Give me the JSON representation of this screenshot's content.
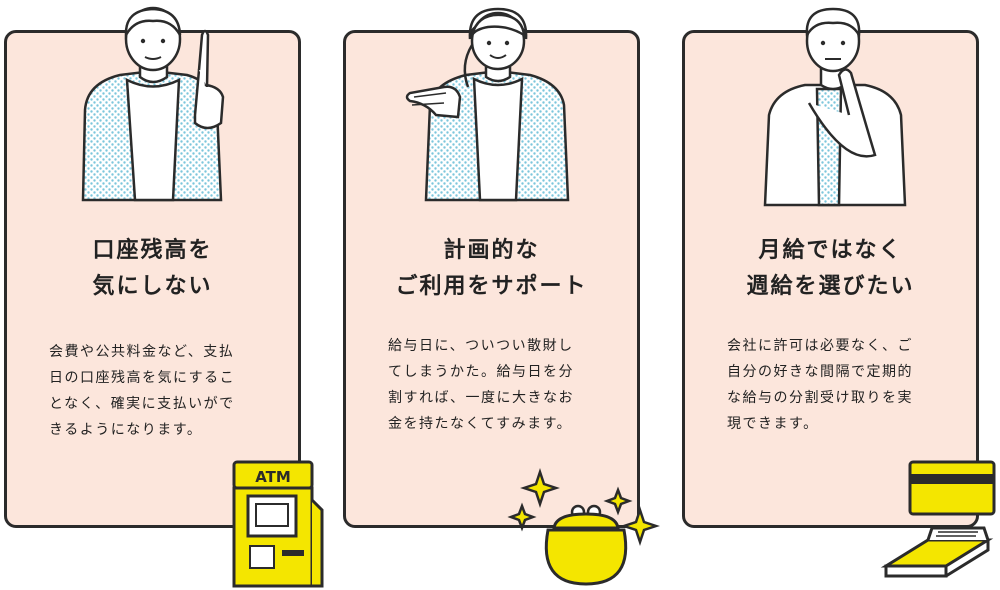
{
  "colors": {
    "card_bg": "#fce6dc",
    "outline": "#2b2b2b",
    "accent_yellow": "#f4e600",
    "pattern_blue": "#7cc6dc"
  },
  "cards": [
    {
      "title_lines": [
        "口座残高を",
        "気にしない"
      ],
      "body_lines": [
        "会費や公共料金など、支払",
        "日の口座残高を気にするこ",
        "となく、確実に支払いがで",
        "きるようになります。"
      ],
      "illustration": "man-pointing-finger-icon",
      "decoration": "atm-machine-icon",
      "atm_label": "ATM"
    },
    {
      "title_lines": [
        "計画的な",
        "ご利用をサポート"
      ],
      "body_lines": [
        "給与日に、ついつい散財し",
        "てしまうかた。給与日を分",
        "割すれば、一度に大きなお",
        "金を持たなくてすみます。"
      ],
      "illustration": "woman-presenting-icon",
      "decoration": "coin-purse-sparkle-icon"
    },
    {
      "title_lines": [
        "月給ではなく",
        "週給を選びたい"
      ],
      "body_lines": [
        "会社に許可は必要なく、ご",
        "自分の好きな間隔で定期的",
        "な給与の分割受け取りを実",
        "現できます。"
      ],
      "illustration": "man-thinking-icon",
      "decoration": "card-and-bankbook-icon"
    }
  ]
}
